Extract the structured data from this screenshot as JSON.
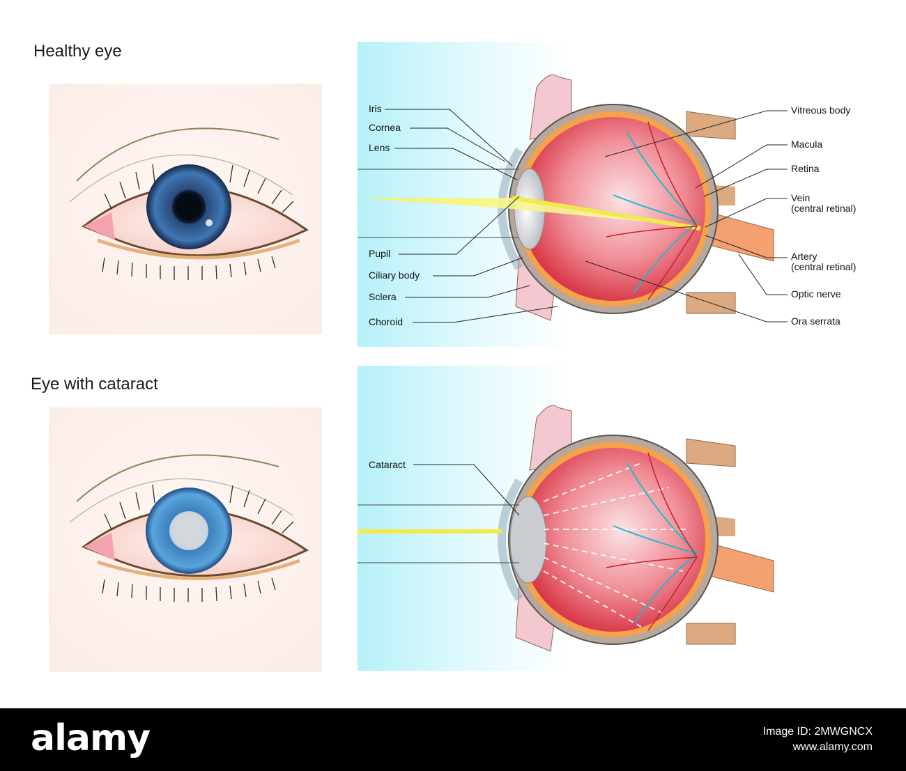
{
  "sections": {
    "healthy_title": "Healthy eye",
    "cataract_title": "Eye with cataract"
  },
  "labels_left": {
    "iris": "Iris",
    "cornea": "Cornea",
    "lens": "Lens",
    "pupil": "Pupil",
    "ciliary_body": "Ciliary body",
    "sclera": "Sclera",
    "choroid": "Choroid",
    "cataract": "Cataract"
  },
  "labels_right": {
    "vitreous_body": "Vitreous body",
    "macula": "Macula",
    "retina": "Retina",
    "vein_1": "Vein",
    "vein_2": "(central retinal)",
    "artery_1": "Artery",
    "artery_2": "(central retinal)",
    "optic_nerve": "Optic nerve",
    "ora_serrata": "Ora serrata"
  },
  "footer": {
    "logo": "alamy",
    "image_id_label": "Image ID: 2MWGNCX",
    "url": "www.alamy.com"
  },
  "colors": {
    "iris_healthy": "#3a6ea8",
    "iris_cataract": "#4d95cf",
    "eyeball": "#e23a48",
    "sclera": "#b8a79b",
    "light_beam": "#f6f05a",
    "panel_bg": "#bff4fa"
  }
}
